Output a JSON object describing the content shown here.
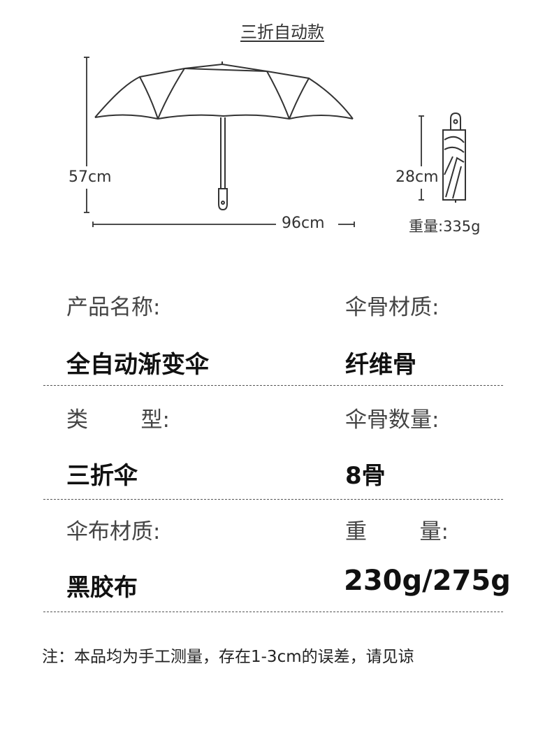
{
  "title": "三折自动款",
  "diagram": {
    "open_height": "57cm",
    "open_width": "96cm",
    "folded_length": "28cm",
    "folded_weight": "重量:335g"
  },
  "specs": {
    "product_name": {
      "label": "产品名称:",
      "value": "全自动渐变伞"
    },
    "rib_material": {
      "label": "伞骨材质:",
      "value": "纤维骨"
    },
    "type": {
      "label_left": "类",
      "label_right": "型:",
      "value": "三折伞"
    },
    "rib_count": {
      "label": "伞骨数量:",
      "value": "8骨"
    },
    "fabric": {
      "label": "伞布材质:",
      "value": "黑胶布"
    },
    "weight": {
      "label_left": "重",
      "label_right": "量:",
      "value": "230g/275g"
    }
  },
  "note": "注：本品均为手工测量，存在1-3cm的误差，请见谅"
}
